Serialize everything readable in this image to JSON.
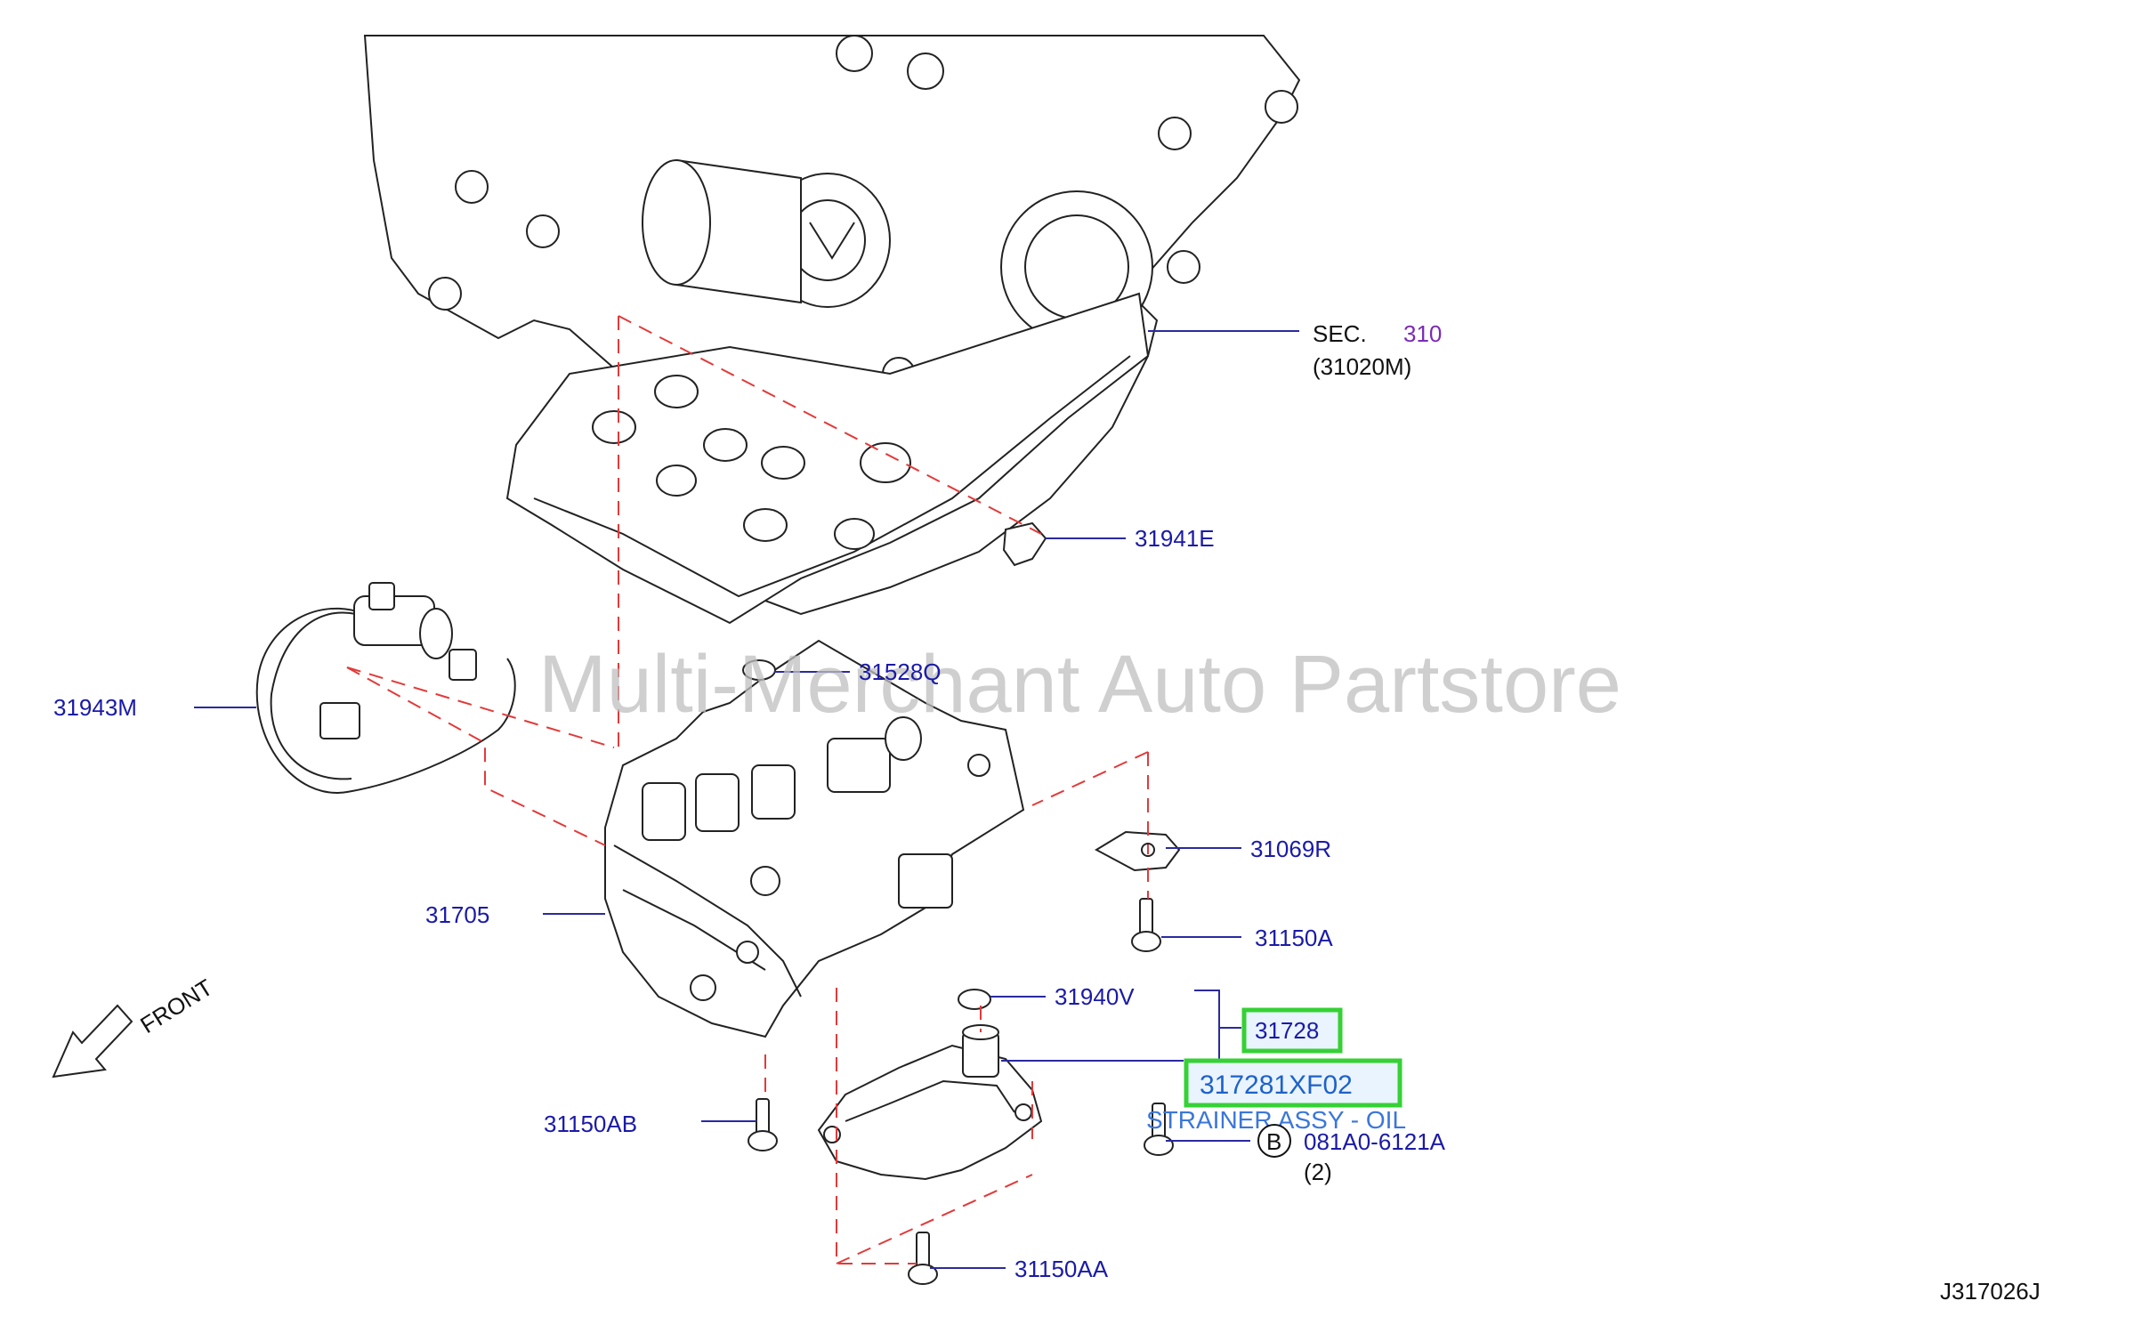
{
  "watermark": "Multi-Merchant Auto Partstore",
  "diagram_code": "J317026J",
  "front_label": "FRONT",
  "section": {
    "prefix": "SEC.",
    "number": "310",
    "sub": "(31020M)"
  },
  "parts": {
    "p31941E": "31941E",
    "p31528Q": "31528Q",
    "p31943M": "31943M",
    "p31069R": "31069R",
    "p31705": "31705",
    "p31150A": "31150A",
    "p31940V": "31940V",
    "p31728": "31728",
    "p31150AB": "31150AB",
    "p31150AA": "31150AA"
  },
  "highlight": {
    "part_number": "317281XF02",
    "description": "STRAINER ASSY - OIL"
  },
  "bolt_ref": {
    "marker": "B",
    "code": "081A0-6121A",
    "qty": "(2)"
  }
}
